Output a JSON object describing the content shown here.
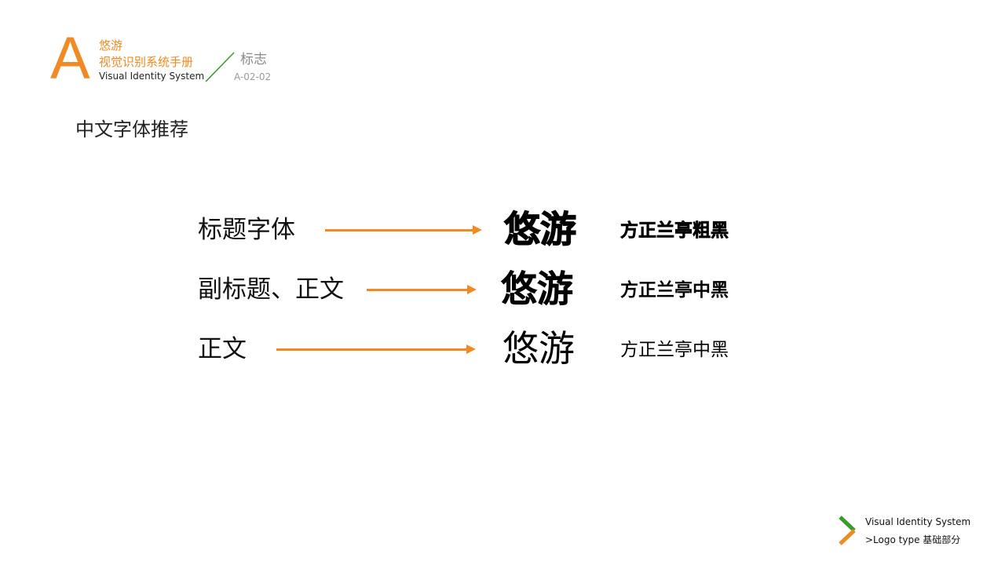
{
  "header": {
    "letter": "A",
    "brand": "悠游",
    "manual_title": "视觉识别系统手册",
    "english_title": "Visual Identity System",
    "section": "标志",
    "code": "A-02-02",
    "accent_color": "#f08a24",
    "divider_color": "#3a9a2a"
  },
  "page_title": "中文字体推荐",
  "rows": [
    {
      "label": "标题字体",
      "sample": "悠游",
      "font_name": "方正兰亭粗黑",
      "weight": "heavy"
    },
    {
      "label": "副标题、正文",
      "sample": "悠游",
      "font_name": "方正兰亭中黑",
      "weight": "bold"
    },
    {
      "label": "正文",
      "sample": "悠游",
      "font_name": "方正兰亭中黑",
      "weight": "regular"
    }
  ],
  "arrow_color": "#f08a24",
  "footer": {
    "english": "Visual Identity System",
    "subtitle": ">Logo type 基础部分",
    "mark_icon": "chevron-right-icon"
  }
}
